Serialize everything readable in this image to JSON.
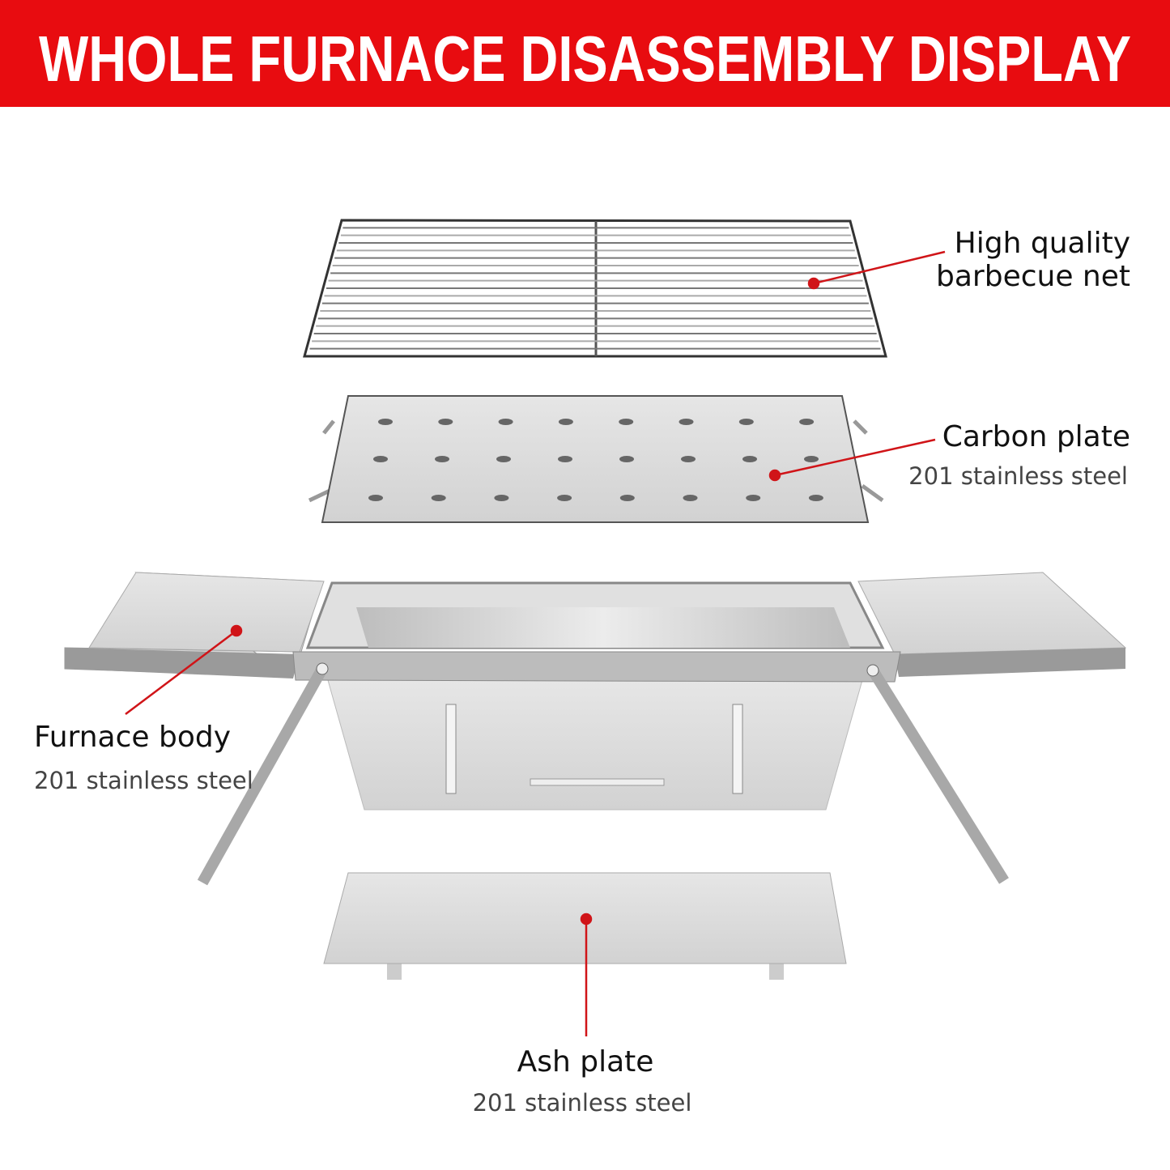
{
  "header": {
    "title": "WHOLE FURNACE DISASSEMBLY DISPLAY"
  },
  "colors": {
    "banner": "#e80c10",
    "callout": "#d01418"
  },
  "labels": {
    "net": {
      "line1": "High quality",
      "line2": "barbecue net"
    },
    "carbon": {
      "title": "Carbon plate",
      "material": "201 stainless steel"
    },
    "furnace": {
      "title": "Furnace body",
      "material": "201 stainless steel"
    },
    "ash": {
      "title": "Ash plate",
      "material": "201 stainless steel"
    }
  }
}
